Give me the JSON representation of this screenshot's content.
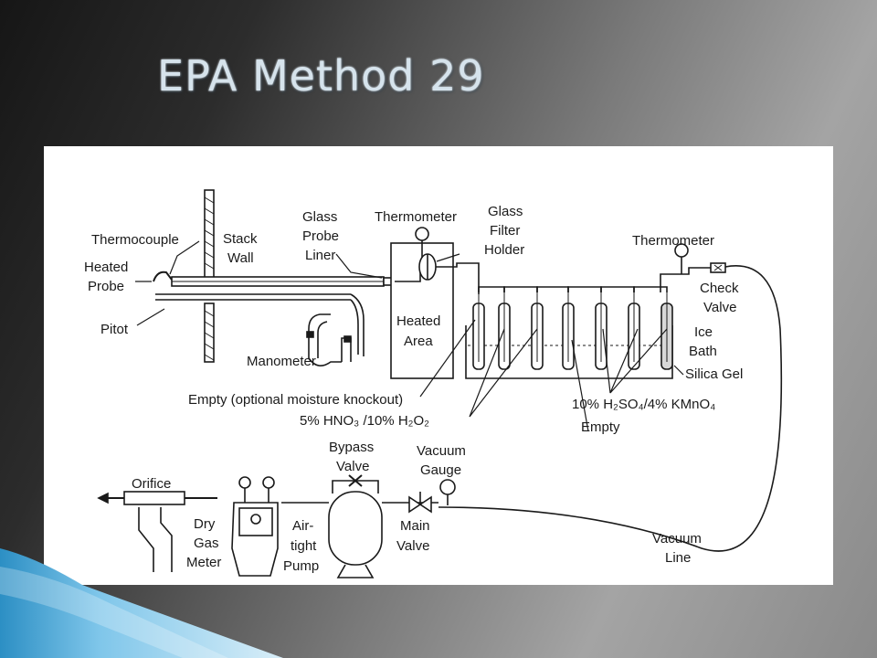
{
  "slide": {
    "title": "EPA Method 29"
  },
  "labels": {
    "thermocouple": "Thermocouple",
    "heated_probe_1": "Heated",
    "heated_probe_2": "Probe",
    "pitot": "Pitot",
    "stack_wall_1": "Stack",
    "stack_wall_2": "Wall",
    "glass_probe_liner_1": "Glass",
    "glass_probe_liner_2": "Probe",
    "glass_probe_liner_3": "Liner",
    "thermometer_1": "Thermometer",
    "glass_filter_holder_1": "Glass",
    "glass_filter_holder_2": "Filter",
    "glass_filter_holder_3": "Holder",
    "heated_area_1": "Heated",
    "heated_area_2": "Area",
    "manometer": "Manometer",
    "thermometer_2": "Thermometer",
    "check_valve_1": "Check",
    "check_valve_2": "Valve",
    "ice_bath_1": "Ice",
    "ice_bath_2": "Bath",
    "silica_gel": "Silica Gel",
    "empty_knockout": "Empty (optional moisture knockout)",
    "hno3_h2o2": "5% HNO₃ /10% H₂O₂",
    "h2so4_kmno4": "10% H₂SO₄/4% KMnO₄",
    "empty": "Empty",
    "orifice": "Orifice",
    "dry_gas_meter_1": "Dry",
    "dry_gas_meter_2": "Gas",
    "dry_gas_meter_3": "Meter",
    "airtight_pump_1": "Air-",
    "airtight_pump_2": "tight",
    "airtight_pump_3": "Pump",
    "bypass_valve_1": "Bypass",
    "bypass_valve_2": "Valve",
    "vacuum_gauge_1": "Vacuum",
    "vacuum_gauge_2": "Gauge",
    "main_valve_1": "Main",
    "main_valve_2": "Valve",
    "vacuum_line_1": "Vacuum",
    "vacuum_line_2": "Line"
  },
  "colors": {
    "title": "#d6e3ec",
    "accent": "#3aa3d6",
    "ink": "#1a1a1a"
  }
}
